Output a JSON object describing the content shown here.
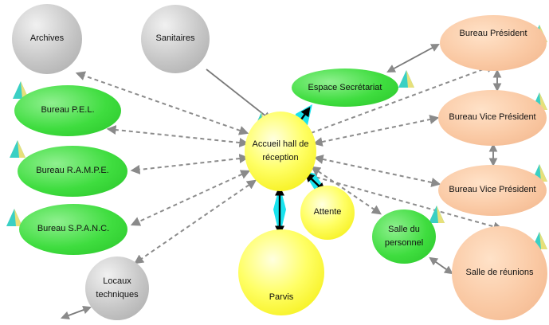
{
  "nodes": {
    "archives": "Archives",
    "sanitaires": "Sanitaires",
    "bureau_pel": "Bureau P.E.L.",
    "bureau_rampe": "Bureau R.A.M.P.E.",
    "bureau_spanc": "Bureau S.P.A.N.C.",
    "locaux_techniques": "Locaux techniques",
    "espace_secretariat": "Espace Secrétariat",
    "accueil": "Accueil hall de réception",
    "attente": "Attente",
    "parvis": "Parvis",
    "bureau_president": "Bureau Président",
    "bureau_vice_president_1": "Bureau Vice Président",
    "bureau_vice_president_2": "Bureau Vice Président",
    "salle_personnel": "Salle du personnel",
    "salle_reunions": "Salle de réunions"
  },
  "colors": {
    "dashed_link": "#8c8c8c",
    "solid_link": "#7a7a7a",
    "cyan_link": "#19e3ee",
    "black_arrow": "#000000"
  }
}
